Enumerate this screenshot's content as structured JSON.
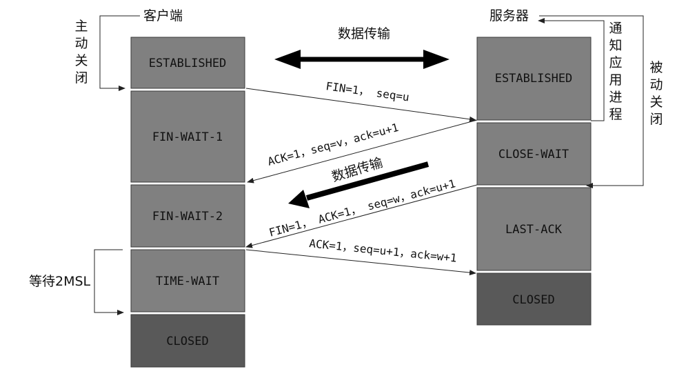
{
  "client": {
    "title": "客户端",
    "action_label": "主动关闭",
    "states": [
      "ESTABLISHED",
      "FIN-WAIT-1",
      "FIN-WAIT-2",
      "TIME-WAIT",
      "CLOSED"
    ],
    "wait_label": "等待2MSL"
  },
  "server": {
    "title": "服务器",
    "action_label": "被动关闭",
    "notify_label": "通知应用进程",
    "states": [
      "ESTABLISHED",
      "CLOSE-WAIT",
      "LAST-ACK",
      "CLOSED"
    ]
  },
  "transfer": {
    "both_label": "数据传输",
    "server_to_client_label": "数据传输"
  },
  "messages": [
    "FIN=1， seq=u",
    "ACK=1，seq=v，ack=u+1",
    "FIN=1， ACK=1， seq=w，ack=u+1",
    "ACK=1，seq=u+1，ack=w+1"
  ],
  "colors": {
    "box_light": "#808080",
    "box_dark": "#595959",
    "arrow": "#000000"
  }
}
